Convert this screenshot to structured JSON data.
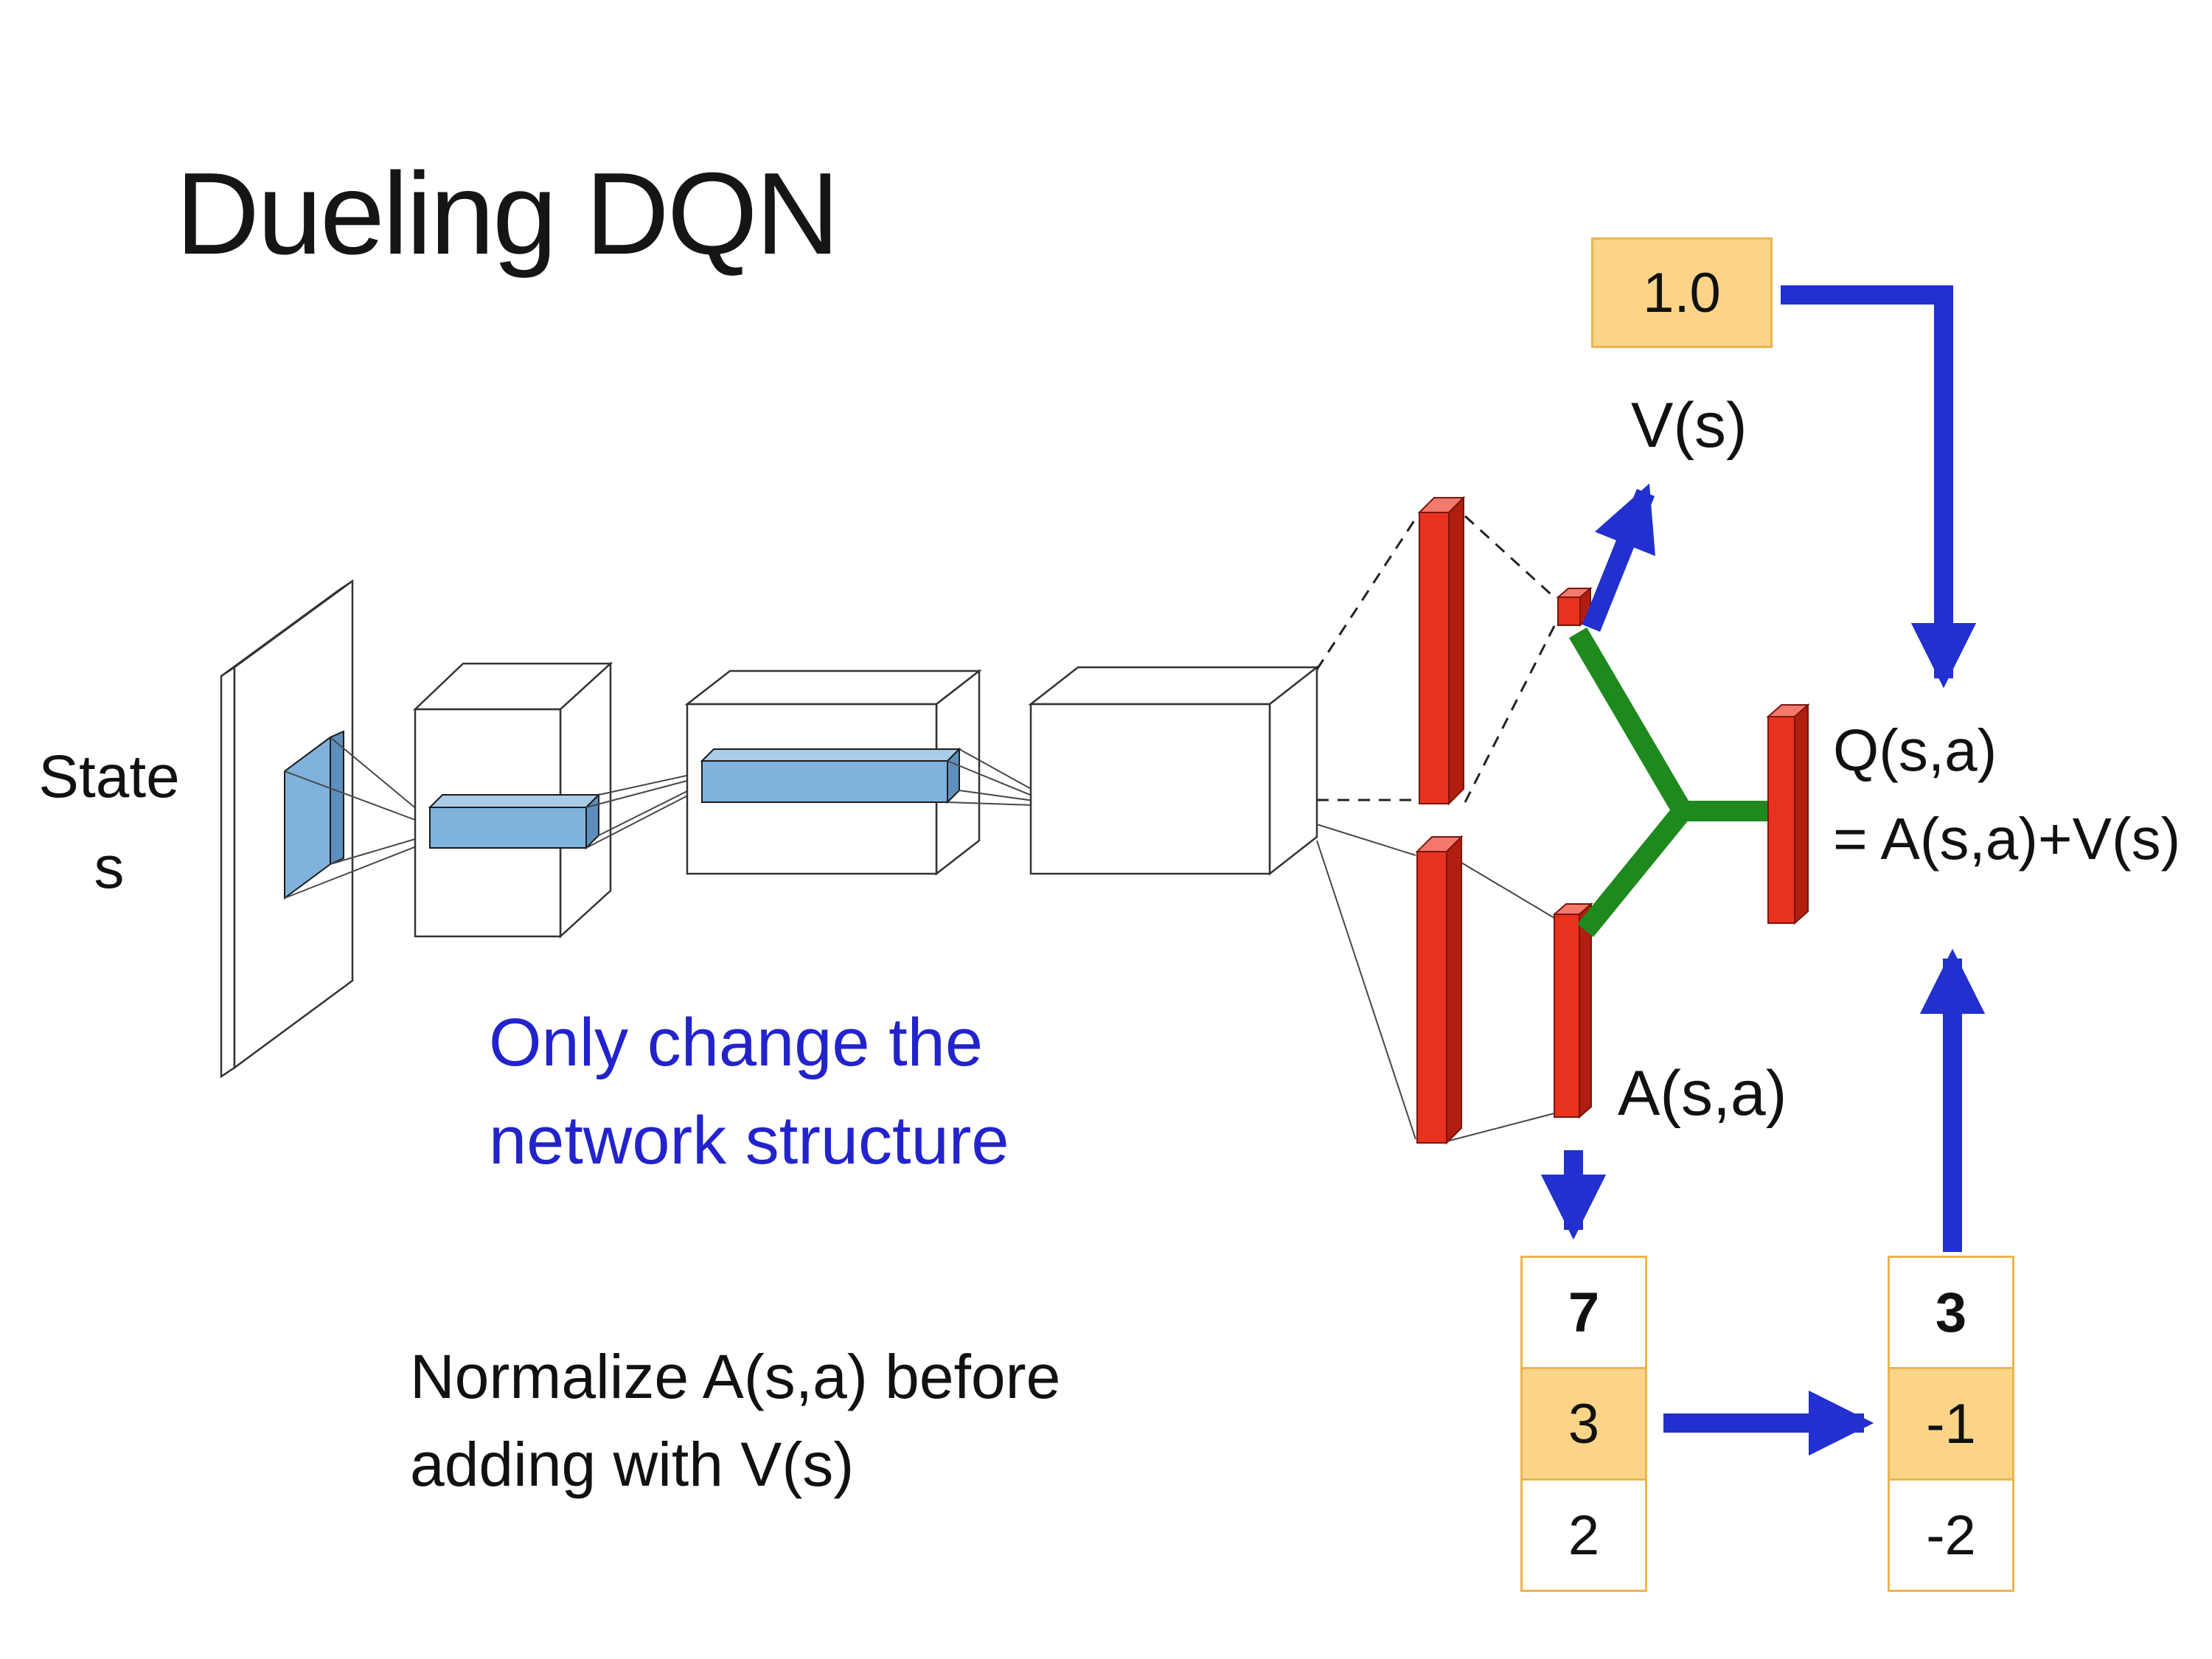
{
  "slide": {
    "title": "Dueling DQN",
    "state_label": {
      "line1": "State",
      "line2": "s"
    },
    "value_box": "1.0",
    "v_label": "V(s)",
    "a_label": "A(s,a)",
    "q_label": {
      "line1": "Q(s,a)",
      "line2": "= A(s,a)+V(s)"
    },
    "note_structure": {
      "line1": "Only change the",
      "line2": "network structure"
    },
    "note_normalize": {
      "line1": "Normalize A(s,a) before",
      "line2": "adding with V(s)"
    }
  },
  "advantage_table": {
    "values": [
      "7",
      "3",
      "2"
    ],
    "highlight_index": 1
  },
  "normalized_table": {
    "values": [
      "3",
      "-1",
      "-2"
    ],
    "highlight_index": 1
  },
  "colors": {
    "blue": "#2130CE",
    "note-blue": "#2323CC",
    "green": "#1E8A1E",
    "red": "#E8321E",
    "red-light": "#F2796B",
    "red-dark": "#B01E10",
    "red-deep": "#7A150C",
    "orange-fill": "#FBD488",
    "orange-border": "#EBB54E",
    "layer-blue": "#7FB2DC",
    "layer-blue-light": "#A9CCE8",
    "layer-blue-dark": "#5E8FBC"
  }
}
